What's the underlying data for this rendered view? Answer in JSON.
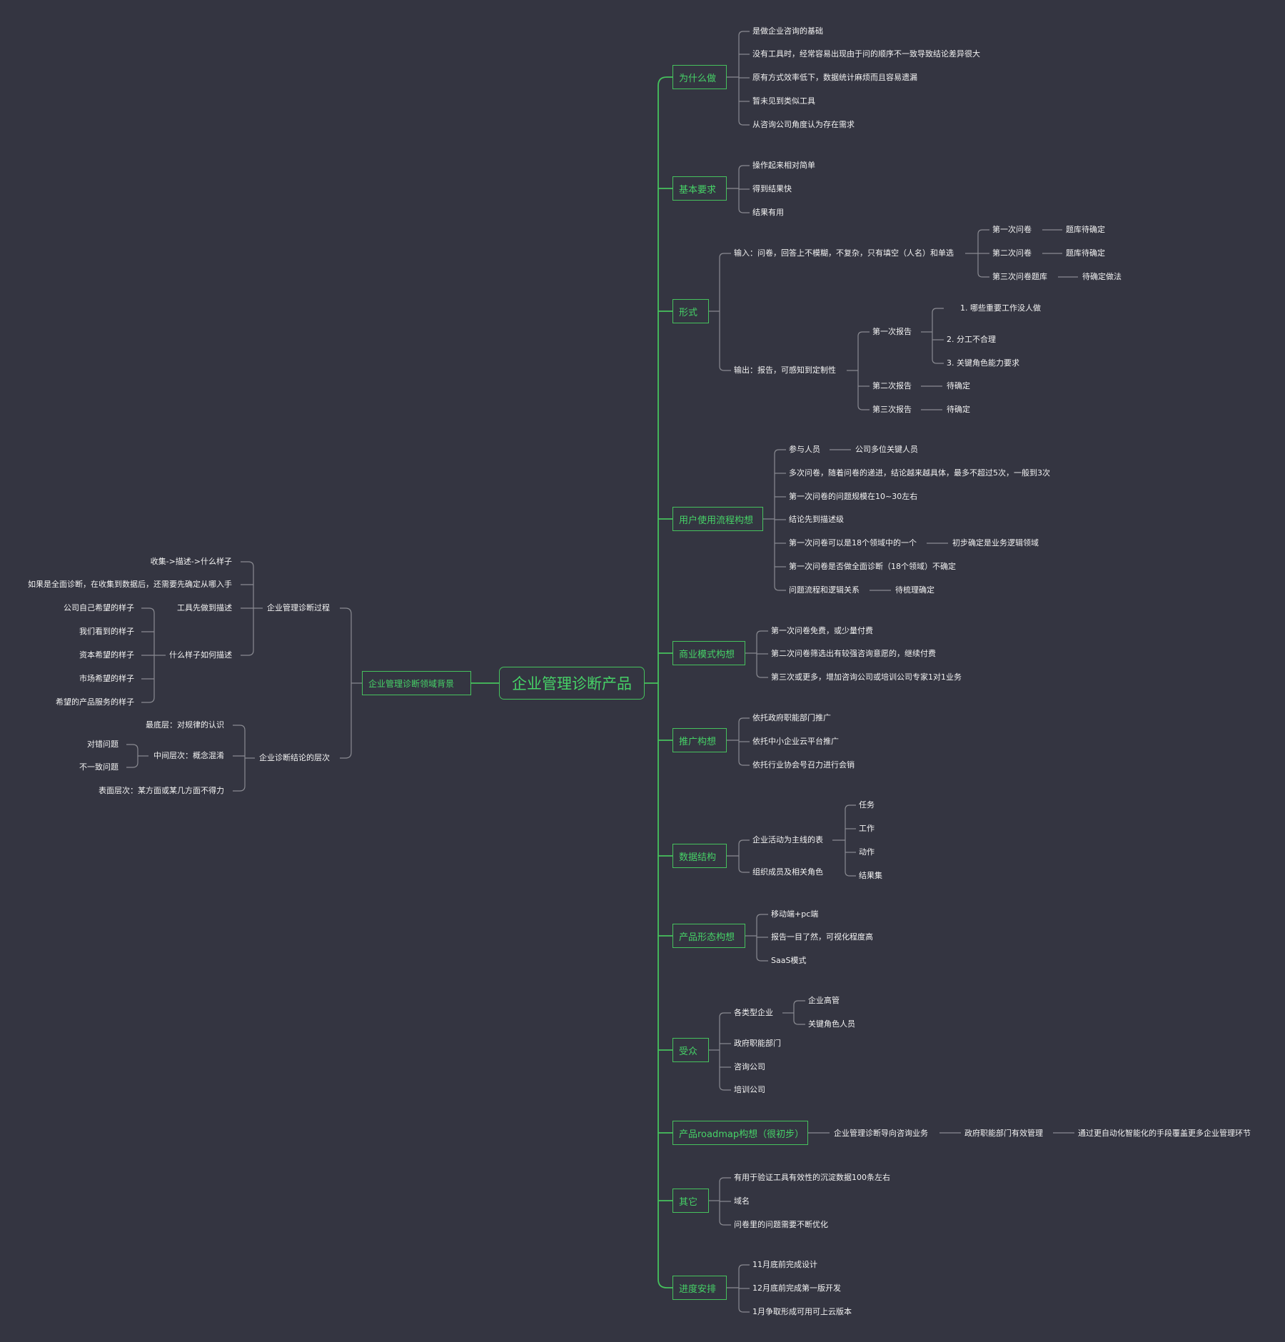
{
  "colors": {
    "background": "#343541",
    "accent": "#46c25d",
    "text": "#f2f2f2",
    "connector": "#8a8b92"
  },
  "root": "企业管理诊断产品",
  "left": {
    "title": "企业管理诊断领域背景",
    "process": {
      "title": "企业管理诊断过程",
      "collect": "收集->描述->什么样子",
      "full": "如果是全面诊断，在收集到数据后，还需要先确定从哪入手",
      "tool": "工具先做到描述",
      "how": "什么样子如何描述",
      "how_items": [
        "公司自己希望的样子",
        "我们看到的样子",
        "资本希望的样子",
        "市场希望的样子",
        "希望的产品服务的样子"
      ]
    },
    "levels": {
      "title": "企业诊断结论的层次",
      "bottom": "最底层：对规律的认识",
      "middle": "中间层次：概念混淆",
      "middle_items": [
        "对错问题",
        "不一致问题"
      ],
      "surface": "表面层次：某方面或某几方面不得力"
    }
  },
  "why": {
    "title": "为什么做",
    "items": [
      "是做企业咨询的基础",
      "没有工具时，经常容易出现由于问的顺序不一致导致结论差异很大",
      "原有方式效率低下，数据统计麻烦而且容易遗漏",
      "暂未见到类似工具",
      "从咨询公司角度认为存在需求"
    ]
  },
  "basic": {
    "title": "基本要求",
    "items": [
      "操作起来相对简单",
      "得到结果快",
      "结果有用"
    ]
  },
  "form": {
    "title": "形式",
    "input": "输入：问卷，回答上不模糊，不复杂，只有填空（人名）和单选",
    "input_items": [
      "第一次问卷",
      "第二次问卷",
      "第三次问卷题库"
    ],
    "input_leaves": [
      "题库待确定",
      "题库待确定",
      "待确定做法"
    ],
    "output": "输出：报告，可感知到定制性",
    "report1": "第一次报告",
    "report1_items": [
      "1. 哪些重要工作没人做",
      "2. 分工不合理",
      "3. 关键角色能力要求"
    ],
    "report2": "第二次报告",
    "report2_leaf": "待确定",
    "report3": "第三次报告",
    "report3_leaf": "待确定"
  },
  "flow": {
    "title": "用户使用流程构想",
    "items": [
      "参与人员",
      "多次问卷，随着问卷的递进，结论越来越具体，最多不超过5次，一般到3次",
      "第一次问卷的问题规模在10~30左右",
      "结论先到描述级",
      "第一次问卷可以是18个领域中的一个",
      "第一次问卷是否做全面诊断（18个领域）不确定",
      "问题流程和逻辑关系"
    ],
    "leaf_participants": "公司多位关键人员",
    "leaf_domain": "初步确定是业务逻辑领域",
    "leaf_logic": "待梳理确定"
  },
  "business": {
    "title": "商业模式构想",
    "items": [
      "第一次问卷免费，或少量付费",
      "第二次问卷筛选出有较强咨询意愿的，继续付费",
      "第三次或更多，增加咨询公司或培训公司专家1对1业务"
    ]
  },
  "promo": {
    "title": "推广构想",
    "items": [
      "依托政府职能部门推广",
      "依托中小企业云平台推广",
      "依托行业协会号召力进行会销"
    ]
  },
  "datastruct": {
    "title": "数据结构",
    "main": "企业活动为主线的表",
    "main_items": [
      "任务",
      "工作",
      "动作",
      "结果集"
    ],
    "org": "组织成员及相关角色"
  },
  "shape": {
    "title": "产品形态构想",
    "items": [
      "移动端+pc端",
      "报告一目了然，可视化程度高",
      "SaaS模式"
    ]
  },
  "audience": {
    "title": "受众",
    "enterprise": "各类型企业",
    "enterprise_items": [
      "企业高管",
      "关键角色人员"
    ],
    "items": [
      "政府职能部门",
      "咨询公司",
      "培训公司"
    ]
  },
  "roadmap": {
    "title": "产品roadmap构想（很初步）",
    "chain": [
      "企业管理诊断导向咨询业务",
      "政府职能部门有效管理",
      "通过更自动化智能化的手段覆盖更多企业管理环节"
    ]
  },
  "other": {
    "title": "其它",
    "items": [
      "有用于验证工具有效性的沉淀数据100条左右",
      "域名",
      "问卷里的问题需要不断优化"
    ]
  },
  "schedule": {
    "title": "进度安排",
    "items": [
      "11月底前完成设计",
      "12月底前完成第一版开发",
      "1月争取形成可用可上云版本"
    ]
  }
}
